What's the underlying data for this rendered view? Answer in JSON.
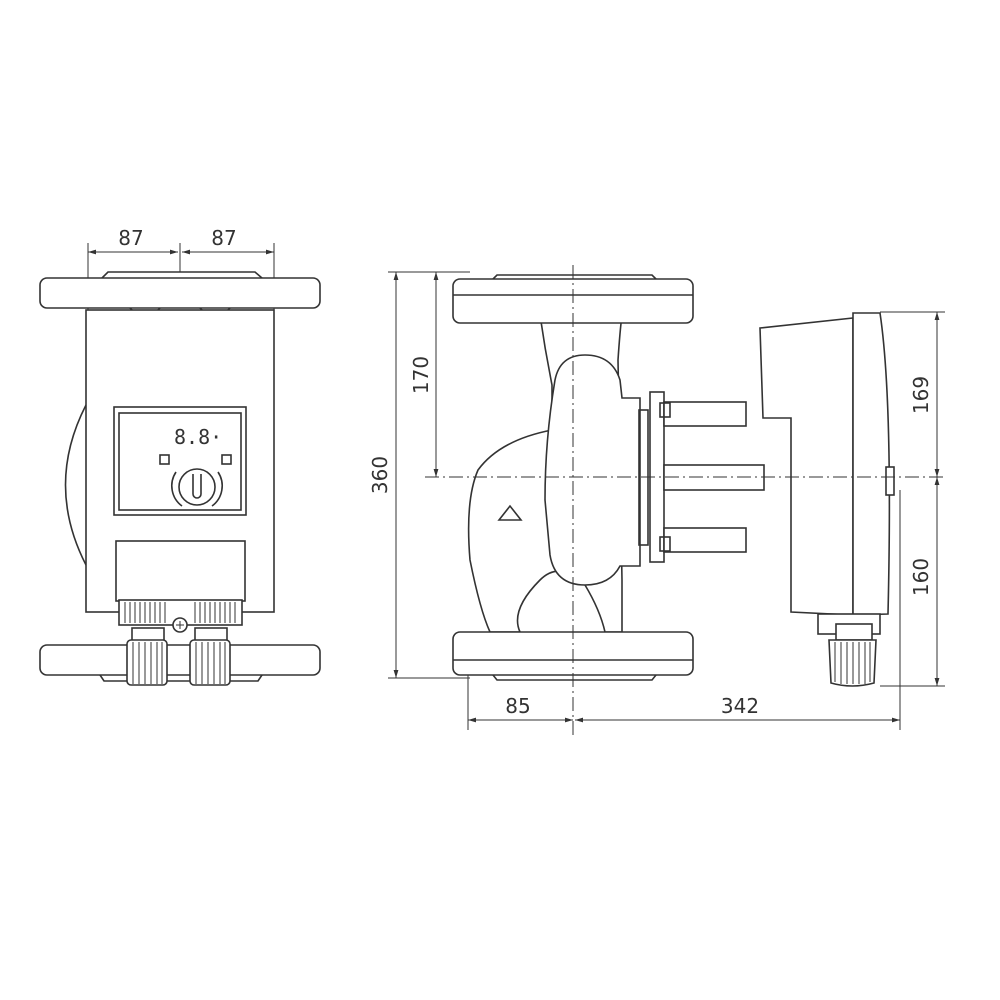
{
  "front_view": {
    "dimensions": {
      "left_half": "87",
      "right_half": "87"
    },
    "display_readout": "8.8·"
  },
  "side_view": {
    "dimensions": {
      "total_height": "360",
      "upper_height": "170",
      "inlet_offset": "85",
      "overall_depth": "342",
      "motor_upper": "169",
      "motor_lower": "160"
    }
  },
  "colors": {
    "line": "#333333",
    "background": "#ffffff"
  }
}
